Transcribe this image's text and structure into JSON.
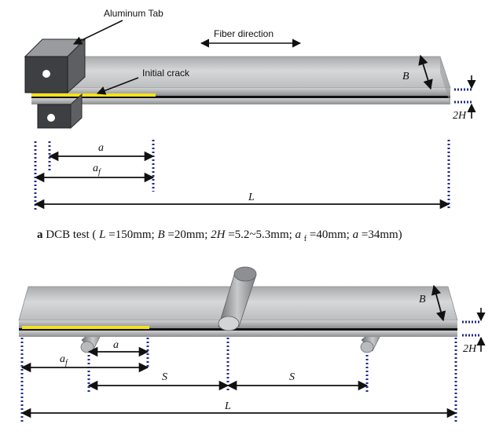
{
  "figure_a": {
    "tab_label": "Aluminum Tab",
    "fiber_label": "Fiber direction",
    "crack_label": "Initial crack",
    "B": "B",
    "twoH": "2H",
    "a": "a",
    "af_main": "a",
    "af_sub": "f",
    "L": "L",
    "caption": {
      "letter": "a",
      "c1": " DCB test (",
      "i1": "L",
      "c2": "=150mm; ",
      "i2": "B",
      "c3": "=20mm; ",
      "i3": "2H",
      "c4": "=5.2~5.3mm; ",
      "i4": "a",
      "sub4": "f",
      "c5": " =40mm; ",
      "i5": "a",
      "c6": " =34mm)"
    }
  },
  "figure_b": {
    "B": "B",
    "twoH": "2H",
    "a": "a",
    "af_main": "a",
    "af_sub": "f",
    "S1": "S",
    "S2": "S",
    "L": "L"
  },
  "colors": {
    "dotted_blue": "#1f2a8f",
    "crack_yellow": "#f4e21a",
    "beam_gray": "#c9cacc"
  }
}
